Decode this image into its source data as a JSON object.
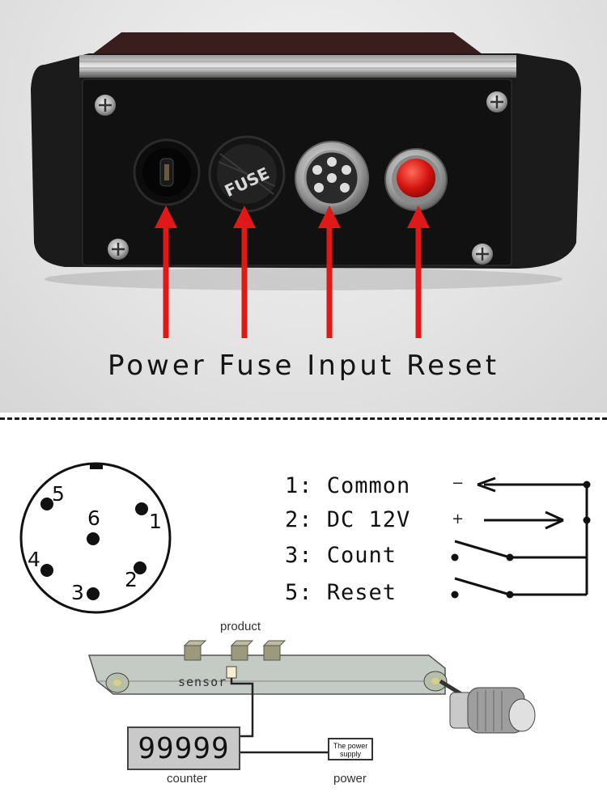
{
  "photo": {
    "ports": [
      {
        "name": "Power"
      },
      {
        "name": "Fuse",
        "engraving": "FUSE"
      },
      {
        "name": "Input"
      },
      {
        "name": "Reset"
      }
    ],
    "caption": "Power Fuse Input Reset"
  },
  "pinout": {
    "pins": [
      "1",
      "2",
      "3",
      "4",
      "5",
      "6"
    ]
  },
  "wiring": {
    "connections": [
      {
        "label": "1: Common",
        "polarity": "−"
      },
      {
        "label": "2: DC 12V",
        "polarity": "+"
      },
      {
        "label": "3: Count",
        "polarity": ""
      },
      {
        "label": "5: Reset",
        "polarity": ""
      }
    ]
  },
  "conveyor": {
    "product_label": "product",
    "sensor_label": "sensor",
    "counter_display": "99999",
    "counter_label": "counter",
    "supply_text": "The power supply",
    "power_label": "power"
  },
  "colors": {
    "arrow": "#e01818",
    "device": "#1b1b1b",
    "reset_button": "#d4140f"
  }
}
